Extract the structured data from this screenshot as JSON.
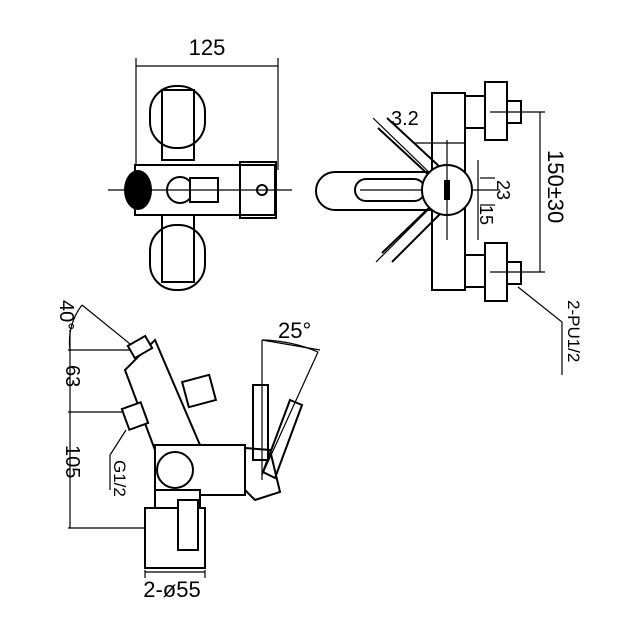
{
  "drawing": {
    "front_view": {
      "width_dim": "125"
    },
    "side_view": {
      "dim_thickness": "3.2",
      "dim_centers": "150±30",
      "dim_23": "23",
      "dim_15": "15",
      "connection": "2-PU1/2"
    },
    "bottom_view": {
      "angle_left": "40°",
      "angle_right": "25°",
      "dim_63": "63",
      "dim_105": "105",
      "thread": "G1/2",
      "flange": "2-ø55"
    }
  }
}
